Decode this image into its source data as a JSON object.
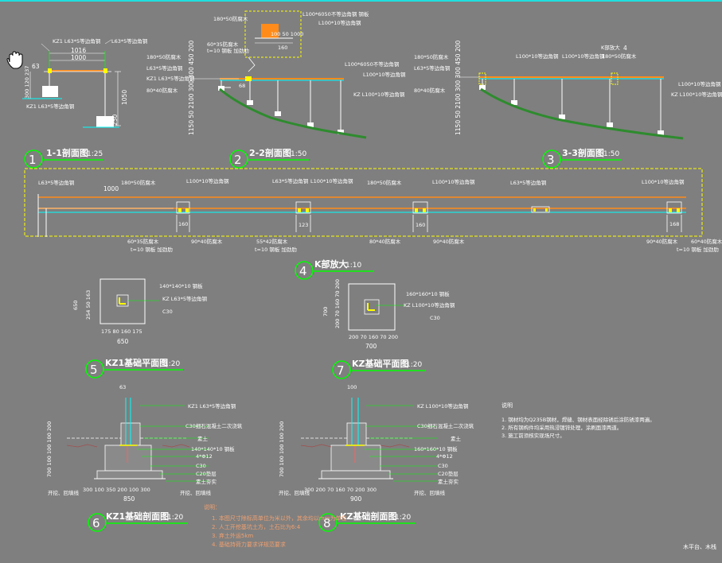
{
  "colors": {
    "background": "#7f7f7f",
    "green": "#00ff00",
    "yellow": "#ffff00",
    "cyan": "#00ffff",
    "orange": "#ff8c1a",
    "white": "#ffffff",
    "note": "#f0a070"
  },
  "icons": {
    "cursor": "hand-icon"
  },
  "views": [
    {
      "number": "1",
      "title": "1-1剖面图",
      "scale": "1:25"
    },
    {
      "number": "2",
      "title": "2-2剖面图",
      "scale": "1:50"
    },
    {
      "number": "3",
      "title": "3-3剖面图",
      "scale": "1:50"
    },
    {
      "number": "4",
      "title": "K部放大",
      "scale": "1:10"
    },
    {
      "number": "5",
      "title": "KZ1基础平面图",
      "scale": "1:20"
    },
    {
      "number": "7",
      "title": "KZ基础平面图",
      "scale": "1:20"
    },
    {
      "number": "6",
      "title": "KZ1基础剖面图",
      "scale": "1:20"
    },
    {
      "number": "8",
      "title": "KZ基础剖面图",
      "scale": "1:20"
    }
  ],
  "s1": {
    "kz1_label": "KZ1 L63*5等边角钢",
    "l63_label": "L63*5等边角钢",
    "kz1_label_lower": "KZ1 L63*5等边角钢",
    "dim_1016": "1016",
    "dim_1000": "1000",
    "dim_63": "63",
    "dim_1050": "1050",
    "dim_250": "250",
    "dim_left": "300 120 237"
  },
  "s2": {
    "top_label1": "180*50防腐木",
    "top_label2": "L100*6050不等边角钢 钢板",
    "top_label3": "L100*10等边角钢",
    "inset_dims": "100 50 1000",
    "inset_160": "160",
    "label_60x35": "60*35防腐木",
    "label_t10": "t=10 钢板 加劲肋",
    "label_180x50": "180*50防腐木",
    "label_l63": "L63*5等边角钢",
    "label_kz1": "KZ1 L63*5等边角钢",
    "label_80x40": "80*40防腐木",
    "label_r1": "L100*6050不等边角钢",
    "label_r2": "L100*10等边角钢",
    "label_kz": "KZ L100*10等边角钢",
    "dim_68": "68",
    "vert_dims": "1150 50 2100 300 300 450 200"
  },
  "s3": {
    "k_label": "K部放大",
    "k_num": "4",
    "label_180x50": "180*50防腐木",
    "label_l63": "L63*5等边角钢",
    "label_80x40": "80*40防腐木",
    "label_top1": "L100*10等边角钢",
    "label_top2": "L100*10等边角钢",
    "label_top3": "180*50防腐木",
    "label_r1": "L100*10等边角钢",
    "label_kz": "KZ L100*10等边角钢",
    "vert_dims": "1150 50 2100 300 300 450 200"
  },
  "s4": {
    "labels_top": [
      "L63*5等边角钢",
      "180*50防腐木",
      "L100*10等边角钢",
      "L63*5等边角钢",
      "L100*10等边角钢",
      "180*50防腐木",
      "L100*10等边角钢",
      "L63*5等边角钢",
      "L100*10等边角钢"
    ],
    "dim_1000": "1000",
    "dims_bottom": [
      "160",
      "123",
      "160",
      "168"
    ],
    "labels_bottom": [
      "60*35防腐木",
      "t=10  钢板 加劲肋",
      "90*40防腐木",
      "55*42防腐木",
      "t=10  钢板 加劲肋",
      "80*40防腐木",
      "90*40防腐木",
      "90*40防腐木",
      "60*40防腐木",
      "t=10  钢板 加劲肋"
    ]
  },
  "s5": {
    "label1": "140*140*10  钢板",
    "label2": "KZ  L63*5等边角钢",
    "label3": "C30",
    "bottom_dims": "175 80 160 175",
    "total": "650",
    "left_dims": "650",
    "left_dims2": "254 50 163"
  },
  "s7": {
    "label1": "160*160*10  钢板",
    "label2": "KZ  L100*10等边角钢",
    "label3": "C30",
    "bottom_dims": "200 70 160 70 200",
    "total": "700",
    "left_dims": "700",
    "left_dims2": "200 70 160 70 200"
  },
  "s6": {
    "top_dim": "63",
    "labels": [
      "KZ1  L63*5等边角钢",
      "C30细石混凝土二次浇筑",
      "素土",
      "140*140*10  钢板",
      "4*Φ12",
      "C30",
      "C20垫层",
      "素土夯实"
    ],
    "bottom_dims": "300 100 350 200 100 300",
    "total": "850",
    "left_dims": "700 100 100 100 200",
    "note": "开挖、回填线",
    "note2": "开挖、回填线"
  },
  "s8": {
    "top_dim": "100",
    "labels": [
      "KZ  L100*10等边角钢",
      "C30细石混凝土二次浇筑",
      "素土",
      "160*160*10  钢板",
      "4*Φ12",
      "C30",
      "C20垫层",
      "素土夯实"
    ],
    "bottom_dims": "300 200 70 160 70 200 300",
    "total": "900",
    "left_dims": "700 100 100 100 200",
    "note": "开挖、回填线",
    "note2": "开挖、回填线"
  },
  "notes_right": {
    "heading": "说明",
    "lines": [
      "1. 钢材均为Q235B钢材，焊缝、钢材表面经除锈后涂防锈漆两遍。",
      "2. 所有钢构件均采用热浸镀锌处理，涂刷面漆两道。",
      "3. 施工前须核实现场尺寸。"
    ]
  },
  "notes_bottom": {
    "heading": "说明：",
    "lines": [
      "1. 本图尺寸除标高单位为米以外，其余均以mm为单位",
      "2. 人工开挖基坑土方，土石比为6:4",
      "3. 弃土外运5km",
      "4. 基础持荷力要求详规范要求"
    ]
  },
  "corner_text": "木平台、木栈"
}
